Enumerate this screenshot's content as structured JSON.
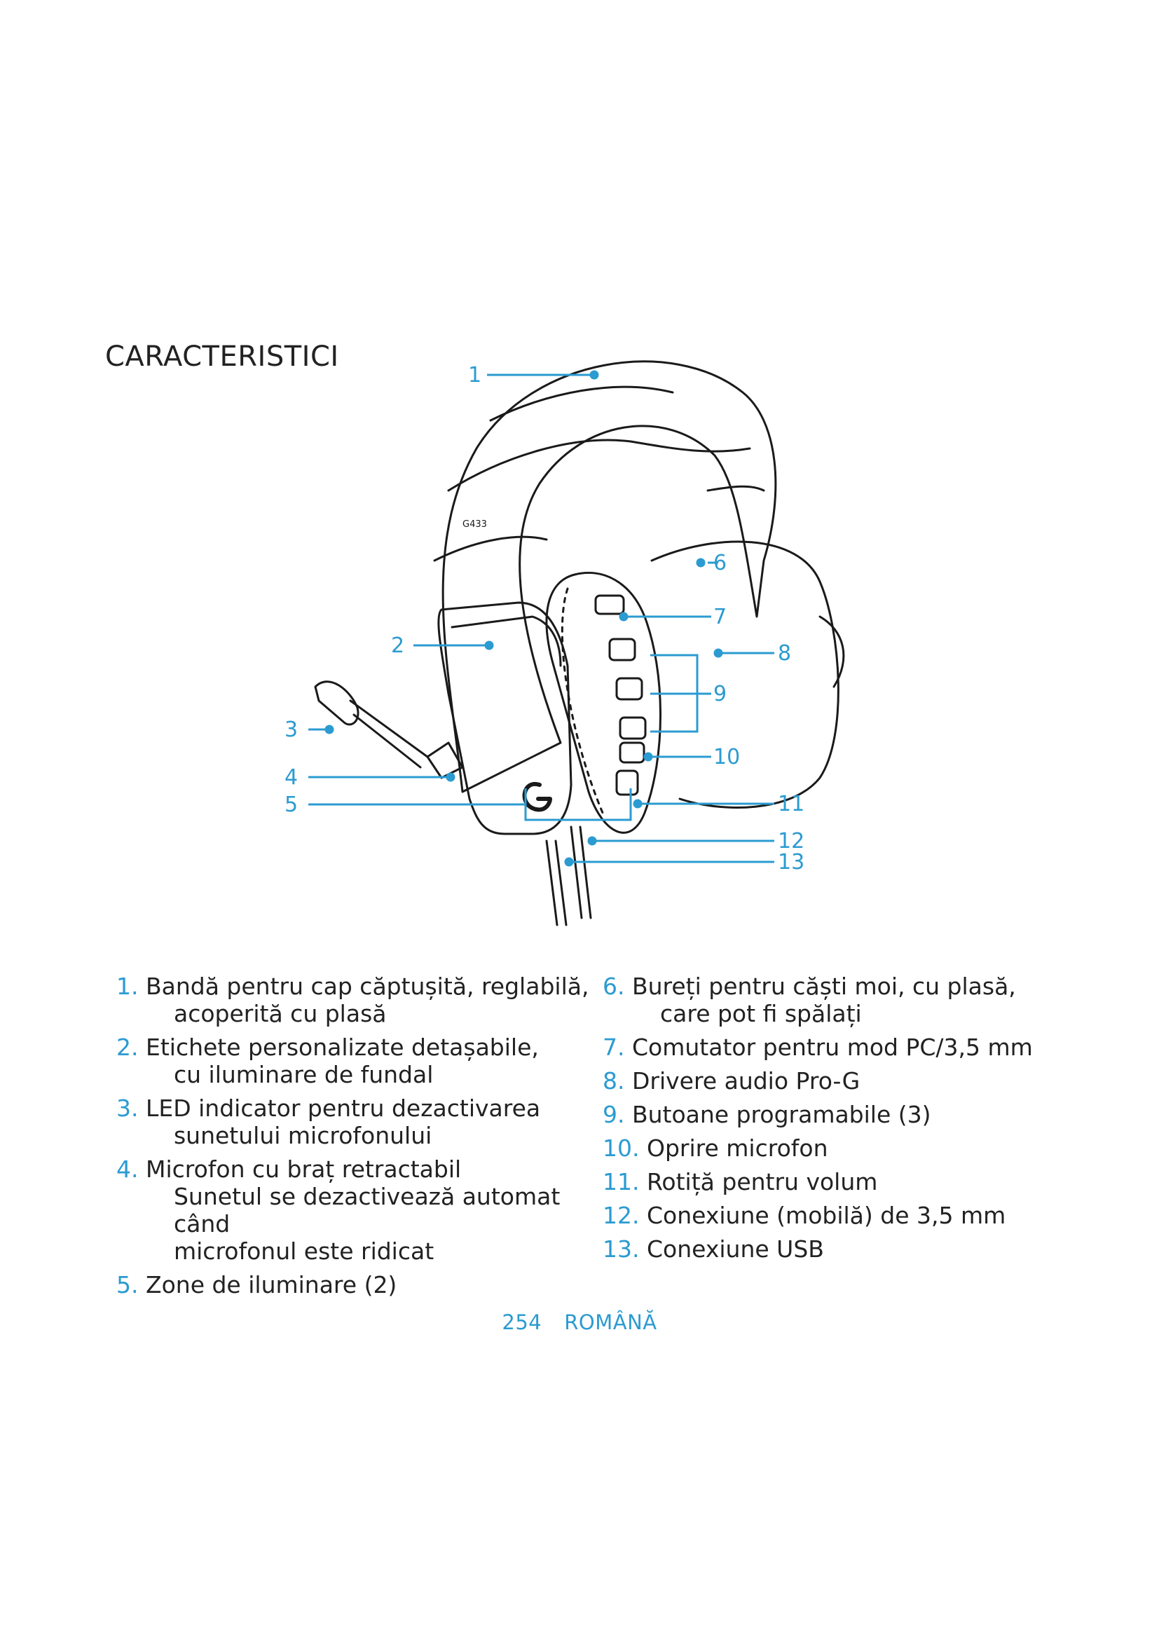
{
  "page_title": "CARACTERISTICI",
  "diagram": {
    "model_label": "G433",
    "callouts": [
      "1",
      "2",
      "3",
      "4",
      "5",
      "6",
      "7",
      "8",
      "9",
      "10",
      "11",
      "12",
      "13"
    ]
  },
  "legend_left": [
    {
      "num": "1.",
      "lines": [
        "Bandă pentru cap căptușită, reglabilă,",
        "acoperită cu plasă"
      ]
    },
    {
      "num": "2.",
      "lines": [
        "Etichete personalizate detașabile,",
        "cu iluminare de fundal"
      ]
    },
    {
      "num": "3.",
      "lines": [
        "LED indicator pentru dezactivarea",
        "sunetului microfonului"
      ]
    },
    {
      "num": "4.",
      "lines": [
        "Microfon cu braț retractabil",
        "Sunetul se dezactivează automat când",
        "microfonul este ridicat"
      ]
    },
    {
      "num": "5.",
      "lines": [
        "Zone de iluminare (2)"
      ]
    }
  ],
  "legend_right": [
    {
      "num": "6.",
      "lines": [
        "Bureți pentru căști moi, cu plasă,",
        "care pot fi spălați"
      ]
    },
    {
      "num": "7.",
      "lines": [
        "Comutator pentru mod PC/3,5 mm"
      ]
    },
    {
      "num": "8.",
      "lines": [
        "Drivere audio Pro-G"
      ]
    },
    {
      "num": "9.",
      "lines": [
        "Butoane programabile (3)"
      ]
    },
    {
      "num": "10.",
      "lines": [
        " Oprire microfon"
      ]
    },
    {
      "num": "11.",
      "lines": [
        "Rotiță pentru volum"
      ]
    },
    {
      "num": "12.",
      "lines": [
        "Conexiune (mobilă) de 3,5 mm"
      ]
    },
    {
      "num": "13.",
      "lines": [
        "Conexiune USB"
      ]
    }
  ],
  "footer": {
    "page_number": "254",
    "language": "ROMÂNĂ"
  },
  "colors": {
    "accent": "#2b9bd1",
    "text": "#222222",
    "drawing": "#1a1a1a"
  }
}
